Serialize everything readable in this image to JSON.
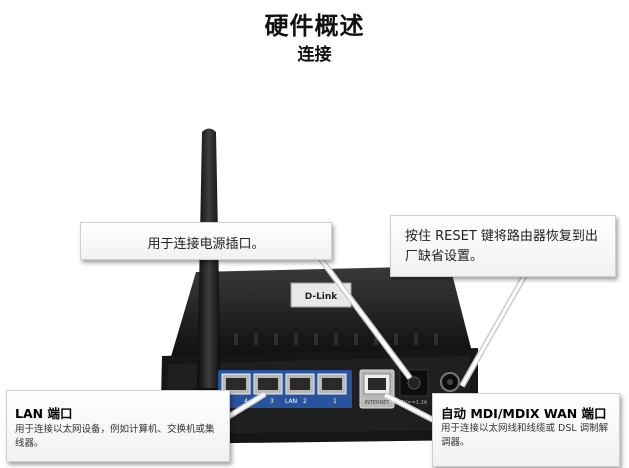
{
  "page": {
    "title": "硬件概述",
    "subtitle": "连接"
  },
  "device": {
    "brand_label": "D-Link",
    "lan_port_labels": [
      "4",
      "3",
      "LAN",
      "2",
      "1"
    ],
    "wan_port_label": "INTERNET",
    "power_label": "5V==1.2A"
  },
  "callouts": {
    "power": {
      "text": "用于连接电源插口。"
    },
    "reset": {
      "text": "按住 RESET 键将路由器恢复到出厂缺省设置。"
    },
    "lan": {
      "title": "LAN 端口",
      "description": "用于连接以太网设备，例如计算机、交换机或集线器。"
    },
    "wan": {
      "title": "自动 MDI/MDIX WAN 端口",
      "description": "用于连接以太网线和线缆或 DSL 调制解调器。"
    }
  },
  "colors": {
    "router_body": "#1c1c1c",
    "panel_blue": "#27549c",
    "port_grey": "#b8b8b8"
  }
}
